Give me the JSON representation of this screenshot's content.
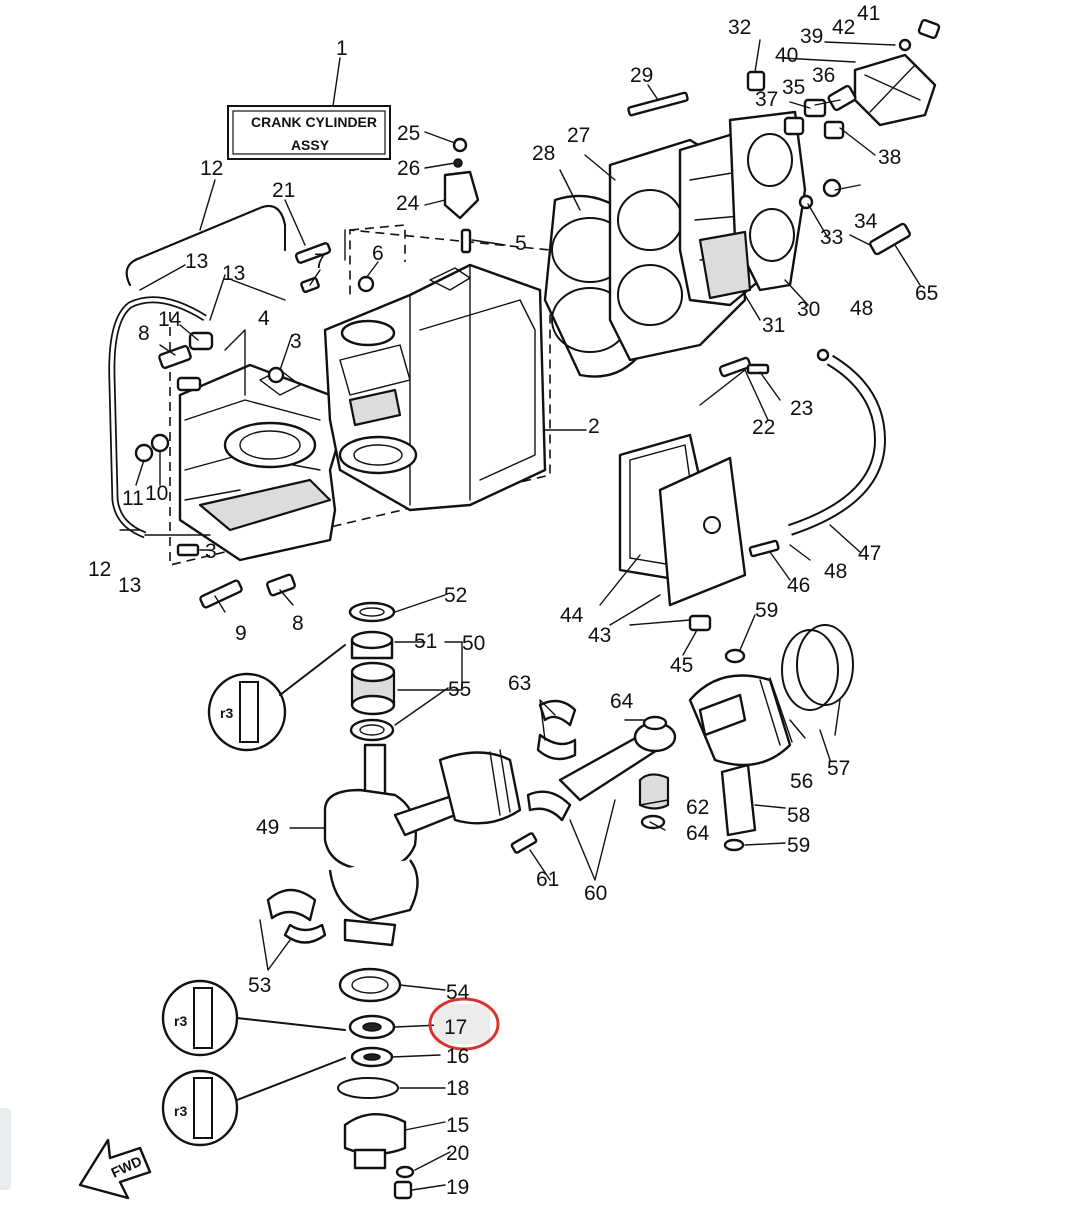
{
  "box_label": {
    "line1": "CRANK CYLINDER",
    "line2": "ASSY"
  },
  "fwd_label": "FWD",
  "highlight": {
    "part": "17",
    "mark_color": "#d8342b"
  },
  "part_numbers": {
    "p1": "1",
    "p2": "2",
    "p3a": "3",
    "p3b": "3",
    "p4": "4",
    "p5": "5",
    "p6": "6",
    "p7": "7",
    "p8a": "8",
    "p8b": "8",
    "p9": "9",
    "p10": "10",
    "p11": "11",
    "p12a": "12",
    "p12b": "12",
    "p13a": "13",
    "p13b": "13",
    "p13c": "13",
    "p14": "14",
    "p15": "15",
    "p16": "16",
    "p17": "17",
    "p18": "18",
    "p19": "19",
    "p20": "20",
    "p21": "21",
    "p22": "22",
    "p23": "23",
    "p24": "24",
    "p25": "25",
    "p26": "26",
    "p27": "27",
    "p28": "28",
    "p29": "29",
    "p30": "30",
    "p31": "31",
    "p32": "32",
    "p33": "33",
    "p34": "34",
    "p35": "35",
    "p36": "36",
    "p37": "37",
    "p38": "38",
    "p39": "39",
    "p40": "40",
    "p41": "41",
    "p42": "42",
    "p43": "43",
    "p44": "44",
    "p45": "45",
    "p46": "46",
    "p47": "47",
    "p48a": "48",
    "p48b": "48",
    "p49": "49",
    "p50": "50",
    "p51": "51",
    "p52": "52",
    "p53": "53",
    "p54": "54",
    "p55": "55",
    "p56": "56",
    "p57": "57",
    "p58": "58",
    "p59a": "59",
    "p59b": "59",
    "p60": "60",
    "p61": "61",
    "p62": "62",
    "p63": "63",
    "p64a": "64",
    "p64b": "64",
    "p65": "65"
  }
}
